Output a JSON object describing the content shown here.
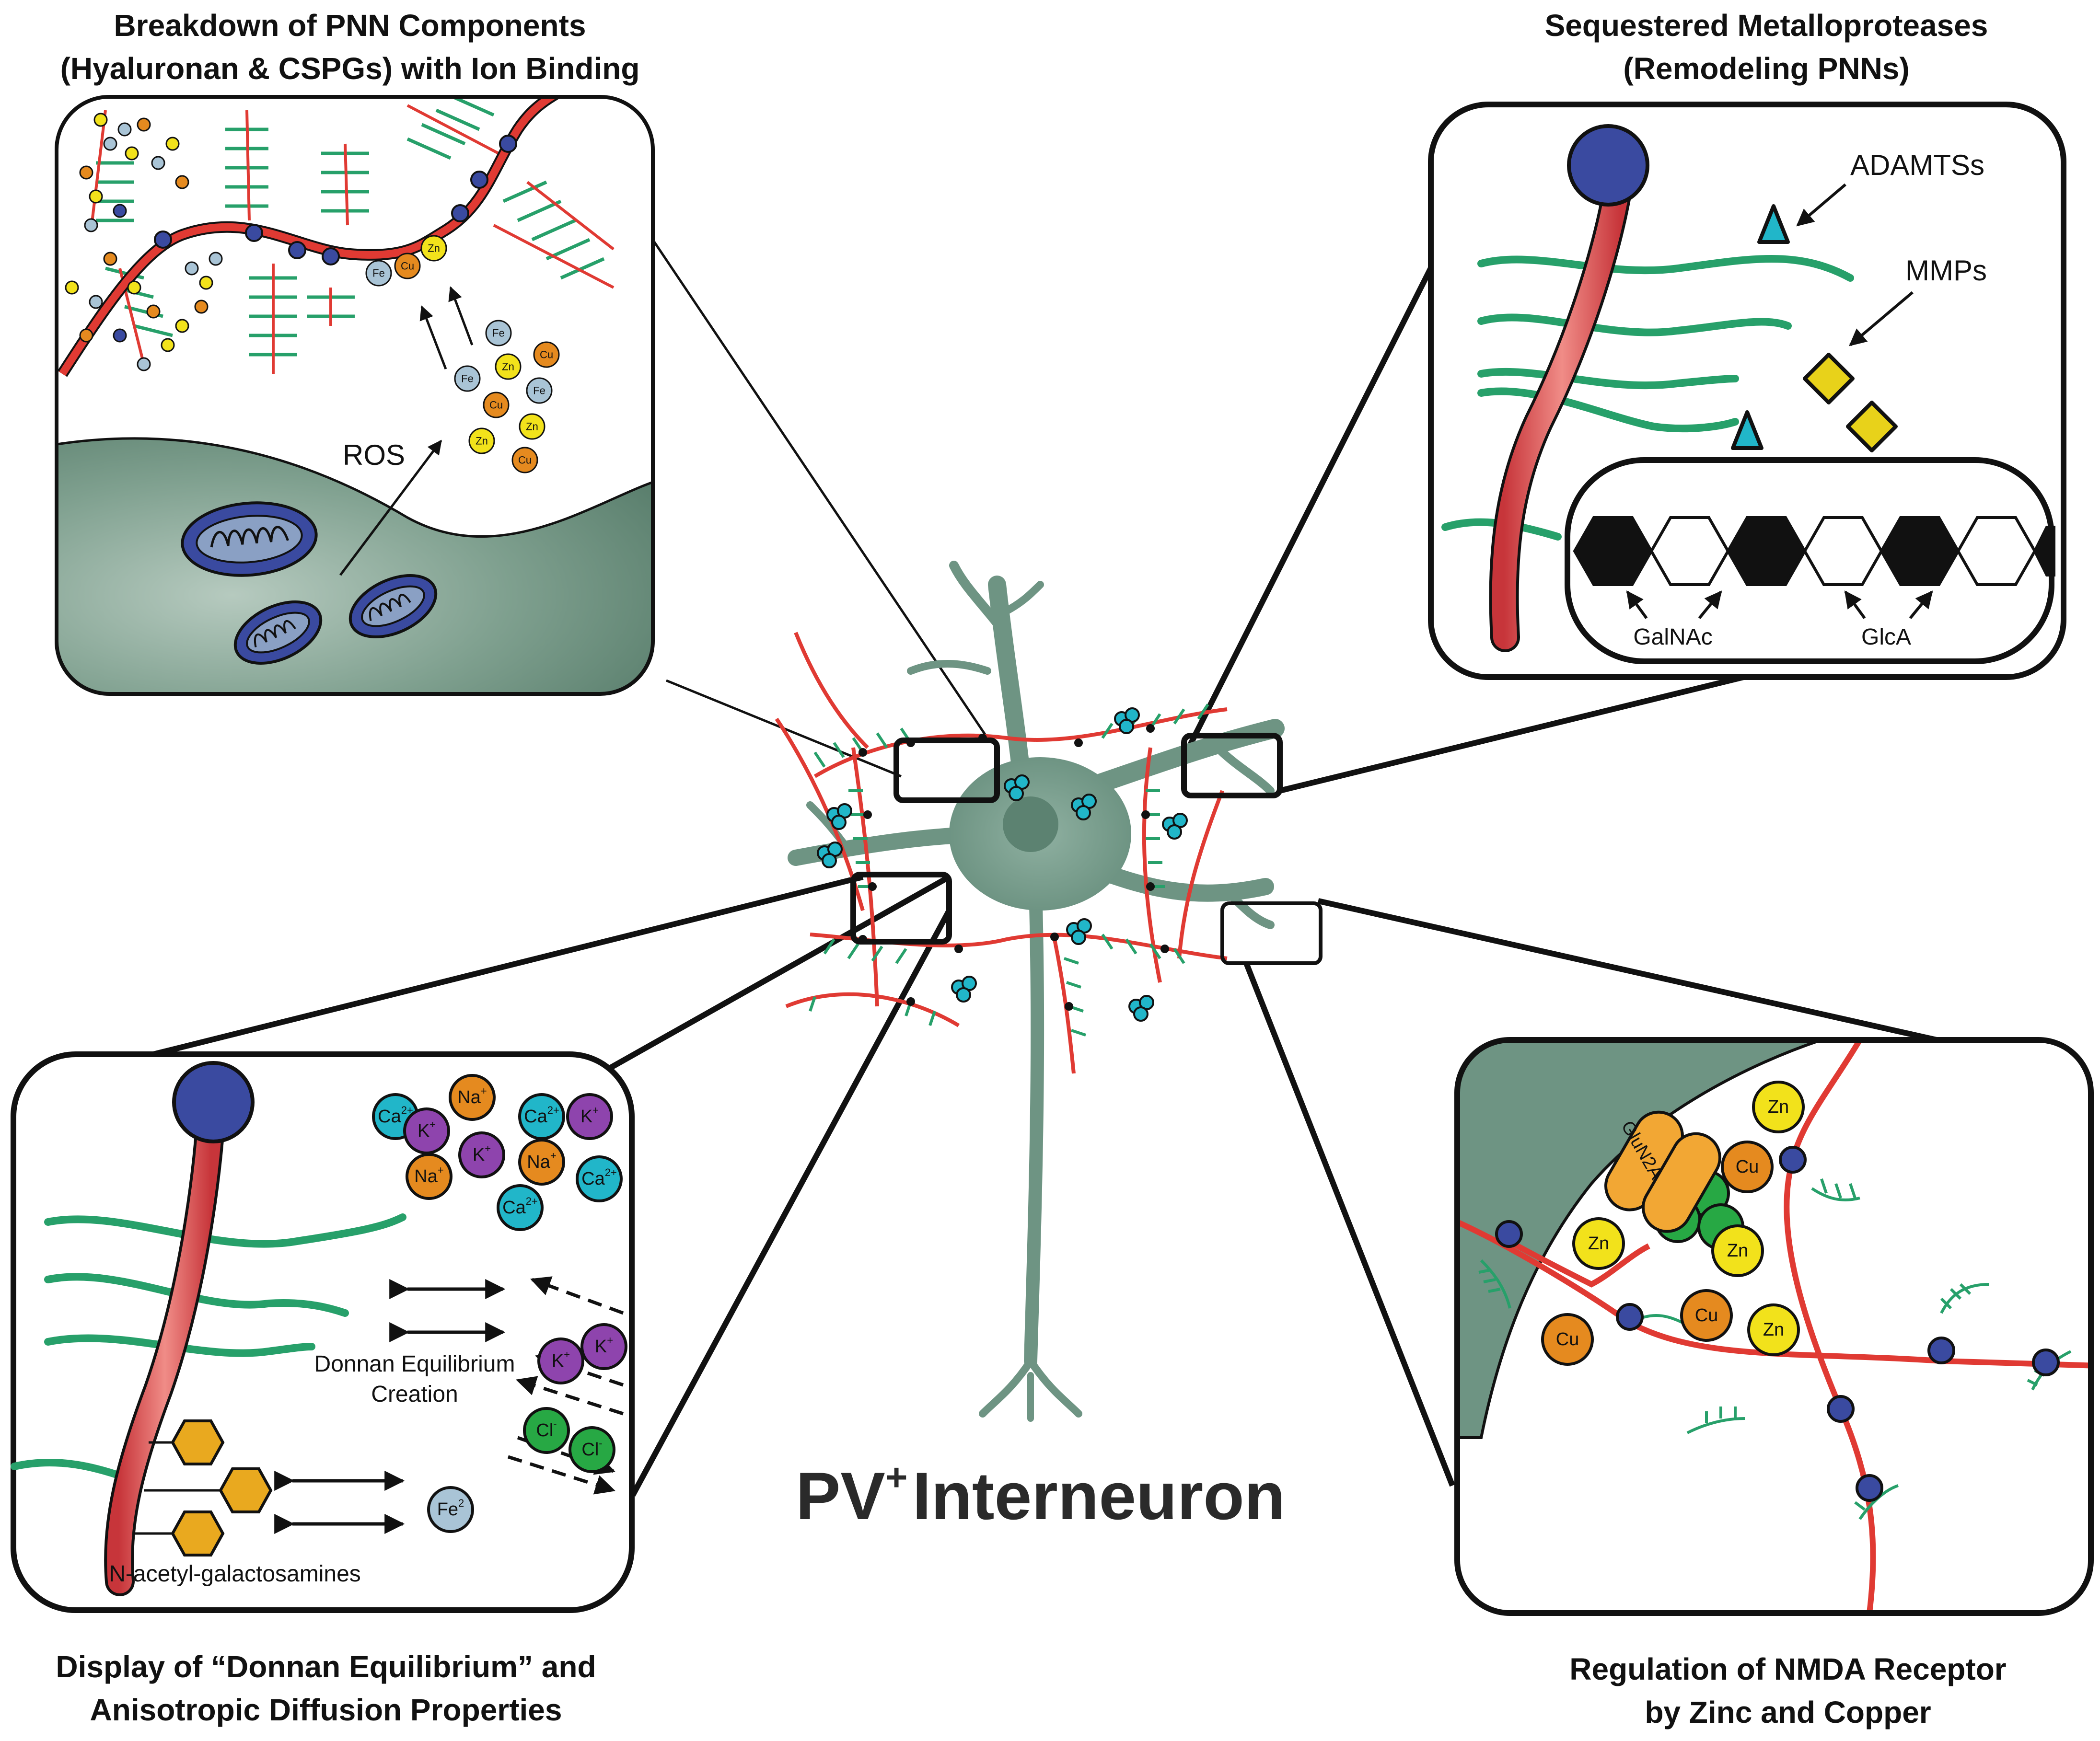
{
  "center": {
    "cell_name": "Interneuron",
    "cell_prefix": "PV",
    "cell_superscript": "+"
  },
  "panel_top_left": {
    "title_line1": "Breakdown of PNN Components",
    "title_line2": "(Hyaluronan & CSPGs) with Ion Binding",
    "ros_label": "ROS",
    "ions": [
      "Fe",
      "Zn",
      "Cu",
      "Fe",
      "Zn",
      "Cu",
      "Fe",
      "Zn",
      "Cu",
      "Cu",
      "Zn",
      "Fe"
    ]
  },
  "panel_top_right": {
    "title_line1": "Sequestered Metalloproteases",
    "title_line2": "(Remodeling PNNs)",
    "adamts_label": "ADAMTSs",
    "mmp_label": "MMPs",
    "galnac_label": "GalNAc",
    "glca_label": "GlcA"
  },
  "panel_bottom_left": {
    "title_line1": "Display of “Donnan Equilibrium” and",
    "title_line2": "Anisotropic Diffusion Properties",
    "donnan_line1": "Donnan Equilibrium",
    "donnan_line2": "Creation",
    "galnac_label": "N-acetyl-galactosamines",
    "ions": [
      {
        "t": "Ca",
        "s": "2+",
        "c": "#21b6c9"
      },
      {
        "t": "Na",
        "s": "+",
        "c": "#e58a1f"
      },
      {
        "t": "Ca",
        "s": "2+",
        "c": "#21b6c9"
      },
      {
        "t": "K",
        "s": "+",
        "c": "#8e44ad"
      },
      {
        "t": "K",
        "s": "+",
        "c": "#8e44ad"
      },
      {
        "t": "Na",
        "s": "+",
        "c": "#e58a1f"
      },
      {
        "t": "K",
        "s": "+",
        "c": "#8e44ad"
      },
      {
        "t": "Na",
        "s": "+",
        "c": "#e58a1f"
      },
      {
        "t": "Ca",
        "s": "2+",
        "c": "#21b6c9"
      },
      {
        "t": "Ca",
        "s": "2+",
        "c": "#21b6c9"
      },
      {
        "t": "K",
        "s": "+",
        "c": "#8e44ad"
      },
      {
        "t": "K",
        "s": "+",
        "c": "#8e44ad"
      },
      {
        "t": "Cl",
        "s": "-",
        "c": "#27a844"
      },
      {
        "t": "Cl",
        "s": "-",
        "c": "#27a844"
      },
      {
        "t": "Fe",
        "s": "2",
        "c": "#a9c4d6"
      }
    ]
  },
  "panel_bottom_right": {
    "title_line1": "Regulation of NMDA Receptor",
    "title_line2": "by Zinc and Copper",
    "receptor_label": "GluN2A",
    "ions": [
      {
        "t": "Zn",
        "c": "#f2e21b"
      },
      {
        "t": "Cu",
        "c": "#e58a1f"
      },
      {
        "t": "Zn",
        "c": "#f2e21b"
      },
      {
        "t": "Zn",
        "c": "#f2e21b"
      },
      {
        "t": "Cu",
        "c": "#e58a1f"
      },
      {
        "t": "Zn",
        "c": "#f2e21b"
      },
      {
        "t": "Cu",
        "c": "#e58a1f"
      }
    ]
  },
  "colors": {
    "neuron": "#6e9483",
    "hyaluronan": "#e03a33",
    "cspg": "#27a06a",
    "link_protein": "#3a4aa0",
    "zinc": "#f2e21b",
    "copper": "#e58a1f",
    "iron": "#a9c4d6",
    "adamts": "#21b6c9",
    "mmp": "#e8d21a"
  }
}
